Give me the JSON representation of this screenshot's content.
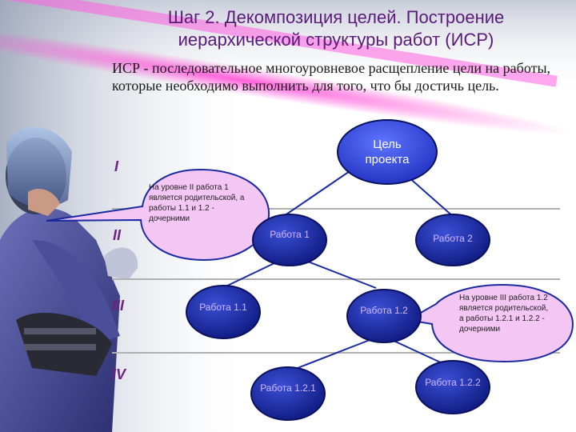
{
  "slide": {
    "title": "Шаг 2. Декомпозиция целей. Построение иерархической структуры работ (ИСР)",
    "definition_term": "ИСР",
    "definition_rest": " - последовательное многоуровневое расщепление цели на работы, которые необходимо выполнить для того, что бы достичь цель."
  },
  "levels": [
    "I",
    "II",
    "III",
    "IV"
  ],
  "nodes": {
    "goal": "Цель проекта",
    "work1": "Работа 1",
    "work2": "Работа 2",
    "work11": "Работа 1.1",
    "work12": "Работа 1.2",
    "work121": "Работа 1.2.1",
    "work122": "Работа 1.2.2"
  },
  "callouts": {
    "level2": "На уровне II работа 1 является родительской, а работы 1.1 и 1.2 - дочерними",
    "level3": "На уровне III работа 1.2 является родительской, а работы 1.2.1 и 1.2.2 - дочерними"
  },
  "colors": {
    "node_fill": "#1a2aa0",
    "callout_fill": "#f4c6f4",
    "title_color": "#5a1a7a",
    "level_color": "#6b2280"
  }
}
